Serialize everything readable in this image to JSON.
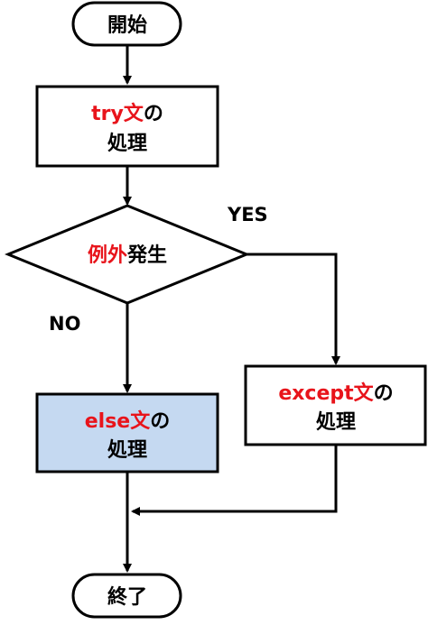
{
  "nodes": {
    "start": {
      "text": "開始"
    },
    "try": {
      "line1_red": "try文",
      "line1_black": "の",
      "line2": "処理"
    },
    "decision": {
      "red": "例外",
      "black": "発生"
    },
    "else": {
      "line1_red": "else文",
      "line1_black": "の",
      "line2": "処理"
    },
    "except": {
      "line1_red": "except文",
      "line1_black": "の",
      "line2": "処理"
    },
    "end": {
      "text": "終了"
    }
  },
  "edges": {
    "yes_label": "YES",
    "no_label": "NO"
  },
  "colors": {
    "highlight": "#e8141b",
    "else_fill": "#c5d9f1",
    "stroke": "#000000",
    "background": "#ffffff"
  }
}
